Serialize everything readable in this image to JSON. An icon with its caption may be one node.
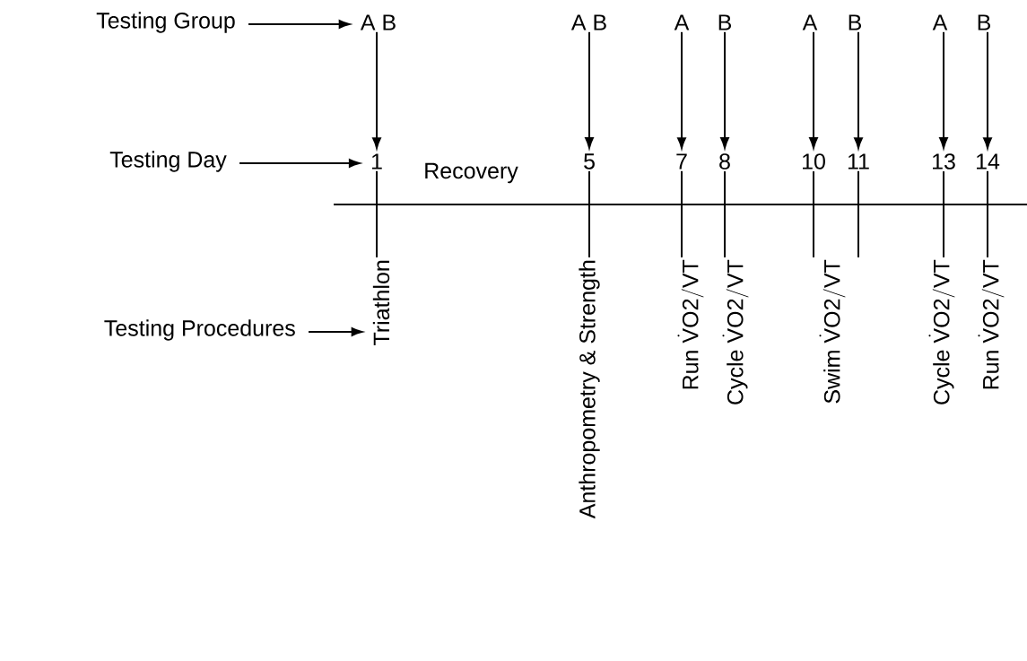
{
  "diagram": {
    "nodes": [
      {
        "text": [
          "Testing Group"
        ]
      },
      {
        "text": [
          "Testing Day"
        ]
      },
      {
        "text": [
          "Testing Procedures"
        ]
      },
      {
        "text": [
          "A B"
        ]
      },
      {
        "text": [
          "A B"
        ]
      },
      {
        "text": [
          "A"
        ]
      },
      {
        "text": [
          "B"
        ]
      },
      {
        "text": [
          "A"
        ]
      },
      {
        "text": [
          "B"
        ]
      },
      {
        "text": [
          "A"
        ]
      },
      {
        "text": [
          "B"
        ]
      },
      {
        "text": [
          "1"
        ]
      },
      {
        "text": [
          "5"
        ]
      },
      {
        "text": [
          "7"
        ]
      },
      {
        "text": [
          "8"
        ]
      },
      {
        "text": [
          "10"
        ]
      },
      {
        "text": [
          "11"
        ]
      },
      {
        "text": [
          "13"
        ]
      },
      {
        "text": [
          "14"
        ]
      },
      {
        "text": [
          "Triathlon"
        ]
      },
      {
        "text": [
          "Anthropometry & Strength"
        ]
      },
      {
        "text": [
          "\\mathrm{Run}\\ \\dot{\\mathrm{V}}\\mathrm{O2/VT}"
        ]
      },
      {
        "text": [
          "\\mathrm{Cycle}\\ \\dot{\\mathrm{V}}\\mathrm{O2/VT}"
        ]
      },
      {
        "text": [
          "\\mathrm{Swim}\\ \\dot{\\mathrm{V}}\\mathrm{O2/VT}"
        ]
      },
      {
        "text": [
          "\\mathrm{Cycle}\\ \\dot{\\mathrm{V}}\\mathrm{O2/VT}"
        ]
      },
      {
        "text": [
          "\\mathrm{Run}\\ \\dot{\\mathrm{V}}\\mathrm{O2/VT}"
        ]
      }
    ],
    "edges": [
      {
        "from": 0,
        "to": 3,
        "arrow": "to"
      },
      {
        "from": 1,
        "to": 11,
        "arrow": "to"
      },
      {
        "from": 2,
        "to": 19,
        "arrow": "to"
      },
      {
        "from": 3,
        "to": 11,
        "arrow": "to"
      },
      {
        "from": 4,
        "to": 12,
        "arrow": "to"
      },
      {
        "from": 5,
        "to": 13,
        "arrow": "to"
      },
      {
        "from": 6,
        "to": 14,
        "arrow": "to"
      },
      {
        "from": 7,
        "to": 15,
        "arrow": "to"
      },
      {
        "from": 8,
        "to": 16,
        "arrow": "to"
      },
      {
        "from": 9,
        "to": 17,
        "arrow": "to"
      },
      {
        "from": 10,
        "to": 18,
        "arrow": "to"
      },
      {
        "from": 11,
        "to": 19,
        "arrow": "none"
      },
      {
        "from": 12,
        "to": 20,
        "arrow": "none"
      },
      {
        "from": 13,
        "to": 21,
        "arrow": "none"
      },
      {
        "from": 14,
        "to": 22,
        "arrow": "none"
      },
      {
        "from": 15,
        "to": 23,
        "arrow": "none"
      },
      {
        "from": 16,
        "to": 23,
        "arrow": "none"
      },
      {
        "from": 17,
        "to": 24,
        "arrow": "none"
      },
      {
        "from": 18,
        "to": 25,
        "arrow": "none"
      }
    ],
    "labels": [
      "Recovery"
    ]
  }
}
